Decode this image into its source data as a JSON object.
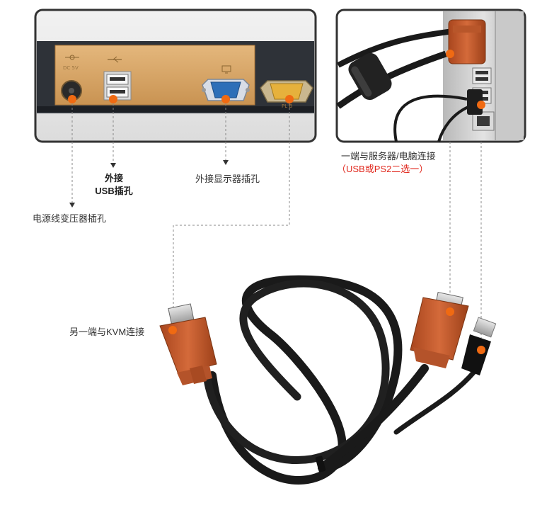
{
  "labels": {
    "power_port": "电源线变压器插孔",
    "usb_port_line1": "外接",
    "usb_port_line2": "USB插孔",
    "monitor_port": "外接显示器插孔",
    "server_connect": "一端与服务器/电脑连接",
    "server_connect_note": "（USB或PS2二选一）",
    "kvm_connect": "另一端与KVM连接"
  },
  "plate_markings": {
    "dc_voltage": "DC 5V",
    "port_name": "PL B"
  },
  "colors": {
    "marker_orange": "#f06a12",
    "panel_gold": "#d9a566",
    "connector_orange": "#c65a2c",
    "cable_black": "#1a1a1a",
    "frame_dark": "#333333",
    "note_red": "#e0261b",
    "dashed_line": "#888888"
  },
  "icons": [
    "power-icon",
    "usb-icon",
    "monitor-icon"
  ]
}
